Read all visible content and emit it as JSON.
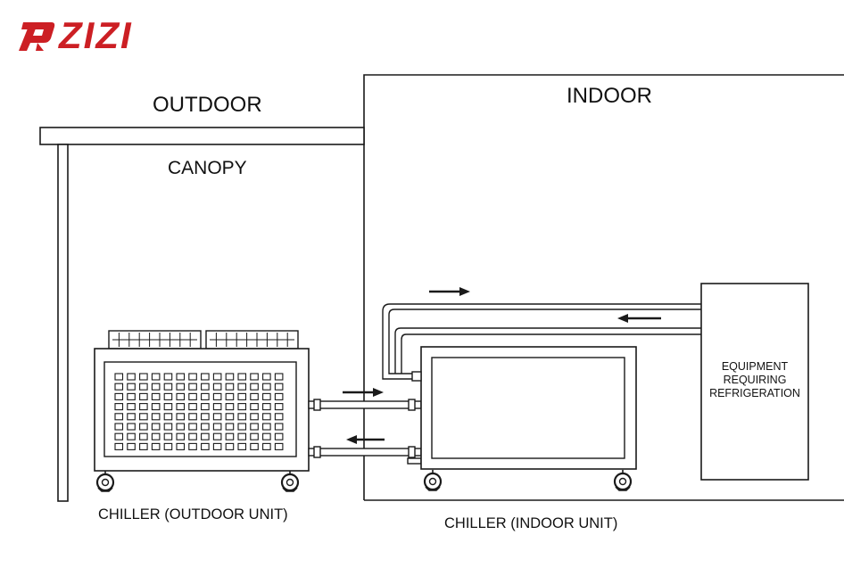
{
  "logo": {
    "text": "ZIZI",
    "color": "#cc1f24"
  },
  "labels": {
    "outdoor": "OUTDOOR",
    "indoor": "INDOOR",
    "canopy": "CANOPY",
    "outdoor_unit": "CHILLER (OUTDOOR UNIT)",
    "indoor_unit": "CHILLER (INDOOR UNIT)",
    "equipment": [
      "EQUIPMENT",
      "REQUIRING",
      "REFRIGERATION"
    ]
  },
  "colors": {
    "line": "#1a1a1a",
    "fill": "#ffffff"
  }
}
